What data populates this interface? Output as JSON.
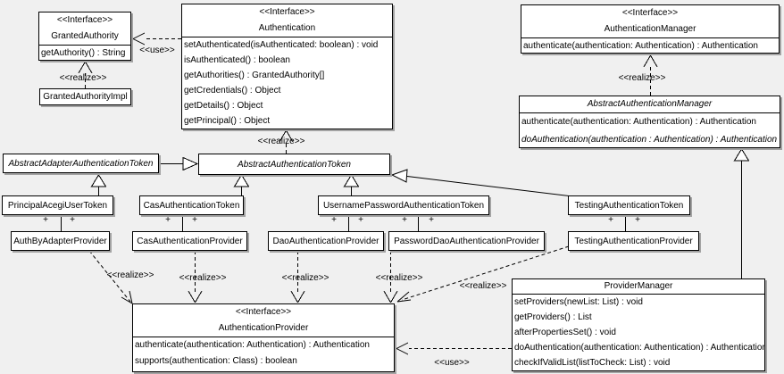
{
  "diagram": {
    "type": "uml-class-diagram",
    "background_color": "#f0f0f0",
    "box_fill": "#ffffff",
    "line_color": "#000000",
    "shadow_color": "#a3a3a3"
  },
  "classes": {
    "granted_authority": {
      "stereotype": "<<Interface>>",
      "name": "GrantedAuthority",
      "methods": [
        "getAuthority() : String"
      ]
    },
    "granted_authority_impl": {
      "name": "GrantedAuthorityImpl"
    },
    "authentication": {
      "stereotype": "<<Interface>>",
      "name": "Authentication",
      "methods": [
        "setAuthenticated(isAuthenticated: boolean) : void",
        "isAuthenticated() : boolean",
        "getAuthorities() : GrantedAuthority[]",
        "getCredentials() : Object",
        "getDetails() : Object",
        "getPrincipal() : Object"
      ]
    },
    "authentication_manager": {
      "stereotype": "<<Interface>>",
      "name": "AuthenticationManager",
      "methods": [
        "authenticate(authentication: Authentication) : Authentication"
      ]
    },
    "abstract_authentication_manager": {
      "name": "AbstractAuthenticationManager",
      "abstract": true,
      "methods": [
        "authenticate(authentication: Authentication) : Authentication",
        "doAuthentication(authentication : Authentication) : Authentication"
      ]
    },
    "abstract_adapter_authentication_token": {
      "name": "AbstractAdapterAuthenticationToken",
      "abstract": true
    },
    "abstract_authentication_token": {
      "name": "AbstractAuthenticationToken",
      "abstract": true
    },
    "principal_acegi_user_token": {
      "name": "PrincipalAcegiUserToken"
    },
    "cas_authentication_token": {
      "name": "CasAuthenticationToken"
    },
    "username_password_authentication_token": {
      "name": "UsernamePasswordAuthenticationToken"
    },
    "testing_authentication_token": {
      "name": "TestingAuthenticationToken"
    },
    "auth_by_adapter_provider": {
      "name": "AuthByAdapterProvider"
    },
    "cas_authentication_provider": {
      "name": "CasAuthenticationProvider"
    },
    "dao_authentication_provider": {
      "name": "DaoAuthenticationProvider"
    },
    "password_dao_authentication_provider": {
      "name": "PasswordDaoAuthenticationProvider"
    },
    "testing_authentication_provider": {
      "name": "TestingAuthenticationProvider"
    },
    "authentication_provider": {
      "stereotype": "<<Interface>>",
      "name": "AuthenticationProvider",
      "methods": [
        "authenticate(authentication: Authentication) : Authentication",
        "supports(authentication: Class) : boolean"
      ]
    },
    "provider_manager": {
      "name": "ProviderManager",
      "methods": [
        "setProviders(newList: List) : void",
        "getProviders() : List",
        "afterPropertiesSet() : void",
        "doAuthentication(authentication: Authentication) : Authentication",
        "checkIfValidList(listToCheck: List) : void"
      ]
    }
  },
  "edges": {
    "use_authentication_to_granted_authority": "<<use>>",
    "realize_granted_authority_impl": "<<realize>>",
    "realize_abstract_authentication_manager": "<<realize>>",
    "realize_abstract_authentication_token": "<<realize>>",
    "realize_auth_by_adapter_provider": "<<realize>>",
    "realize_cas_authentication_provider": "<<realize>>",
    "realize_dao_authentication_provider": "<<realize>>",
    "realize_password_dao_authentication_provider": "<<realize>>",
    "realize_testing_authentication_provider": "<<realize>>",
    "use_provider_manager_to_authentication_provider": "<<use>>",
    "multiplicity": "+"
  }
}
